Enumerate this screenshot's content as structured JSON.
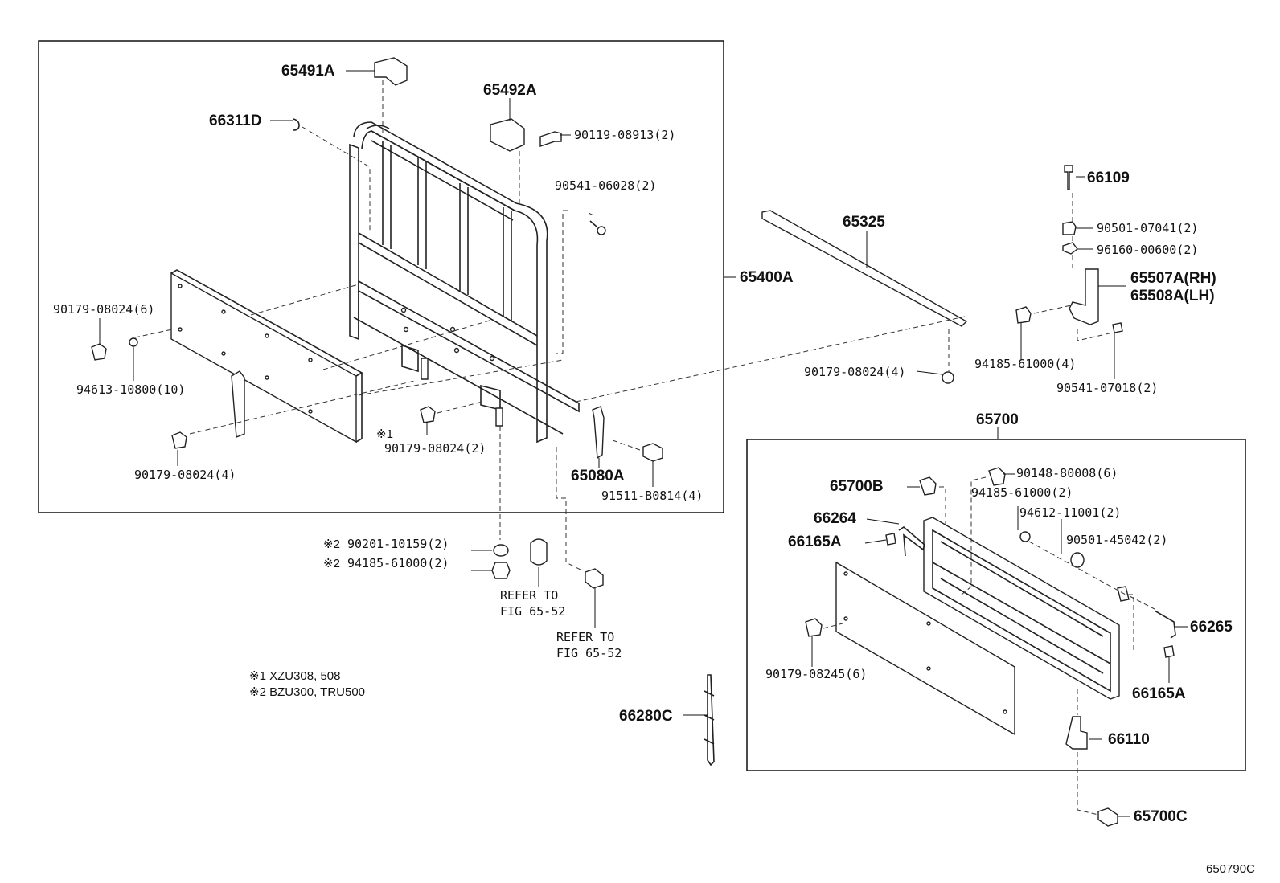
{
  "groups": [
    {
      "id": "65400A",
      "label": "65400A"
    },
    {
      "id": "65700",
      "label": "65700"
    }
  ],
  "labels": {
    "p65491A": "65491A",
    "p65492A": "65492A",
    "p66311D": "66311D",
    "p90119": "90119-08913(2)",
    "p90541a": "90541-06028(2)",
    "p90179a": "90179-08024(6)",
    "p94613": "94613-10800(10)",
    "p90179b": "90179-08024(4)",
    "p90179c": "90179-08024(2)",
    "mark1": "※1",
    "p65080A": "65080A",
    "p91511": "91511-B0814(4)",
    "p90201": "90201-10159(2)",
    "p94185a": "94185-61000(2)",
    "mark2a": "※2",
    "mark2b": "※2",
    "refer1a": "REFER TO",
    "refer1b": "FIG 65-52",
    "refer2a": "REFER TO",
    "refer2b": "FIG 65-52",
    "note1": "※1 XZU308, 508",
    "note2": "※2 BZU300, TRU500",
    "p66280C": "66280C",
    "p65325": "65325",
    "p90179d": "90179-08024(4)",
    "p66109": "66109",
    "p90501a": "90501-07041(2)",
    "p96160": "96160-00600(2)",
    "p65507A": "65507A(RH)",
    "p65508A": "65508A(LH)",
    "p94185b": "94185-61000(4)",
    "p90541b": "90541-07018(2)",
    "p65700B": "65700B",
    "p90148": "90148-80008(6)",
    "p94185c": "94185-61000(2)",
    "p94612": "94612-11001(2)",
    "p90501b": "90501-45042(2)",
    "p66264": "66264",
    "p66165A1": "66165A",
    "p66265": "66265",
    "p66165A2": "66165A",
    "p90179e": "90179-08245(6)",
    "p66110": "66110",
    "p65700C": "65700C",
    "figure_id": "650790C"
  }
}
